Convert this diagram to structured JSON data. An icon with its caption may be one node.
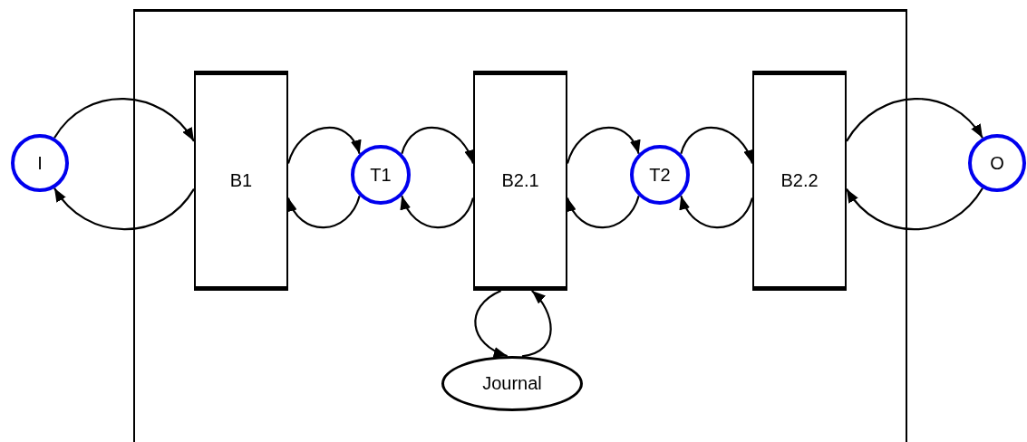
{
  "diagram": {
    "nodes": [
      {
        "text": [],
        "shape": "box"
      },
      {
        "text": [
          "I"
        ]
      },
      {
        "text": [
          "B1"
        ],
        "in": 0
      },
      {
        "text": [
          "T1"
        ],
        "in": 0
      },
      {
        "text": [
          "B2.1"
        ],
        "in": 0
      },
      {
        "text": [
          "T2"
        ],
        "in": 0
      },
      {
        "text": [
          "B2.2"
        ],
        "in": 0
      },
      {
        "text": [
          "O"
        ]
      },
      {
        "text": [
          "Journal"
        ],
        "in": 0
      }
    ],
    "edges": [
      {
        "from": 1,
        "to": 2,
        "arrow": "to"
      },
      {
        "from": 2,
        "to": 1,
        "arrow": "to"
      },
      {
        "from": 2,
        "to": 3,
        "arrow": "to"
      },
      {
        "from": 3,
        "to": 2,
        "arrow": "to"
      },
      {
        "from": 3,
        "to": 4,
        "arrow": "to"
      },
      {
        "from": 4,
        "to": 3,
        "arrow": "to"
      },
      {
        "from": 4,
        "to": 5,
        "arrow": "to"
      },
      {
        "from": 5,
        "to": 4,
        "arrow": "to"
      },
      {
        "from": 5,
        "to": 6,
        "arrow": "to"
      },
      {
        "from": 6,
        "to": 5,
        "arrow": "to"
      },
      {
        "from": 6,
        "to": 7,
        "arrow": "to"
      },
      {
        "from": 7,
        "to": 6,
        "arrow": "to"
      },
      {
        "from": 4,
        "to": 8,
        "arrow": "to"
      },
      {
        "from": 8,
        "to": 4,
        "arrow": "to"
      }
    ]
  }
}
